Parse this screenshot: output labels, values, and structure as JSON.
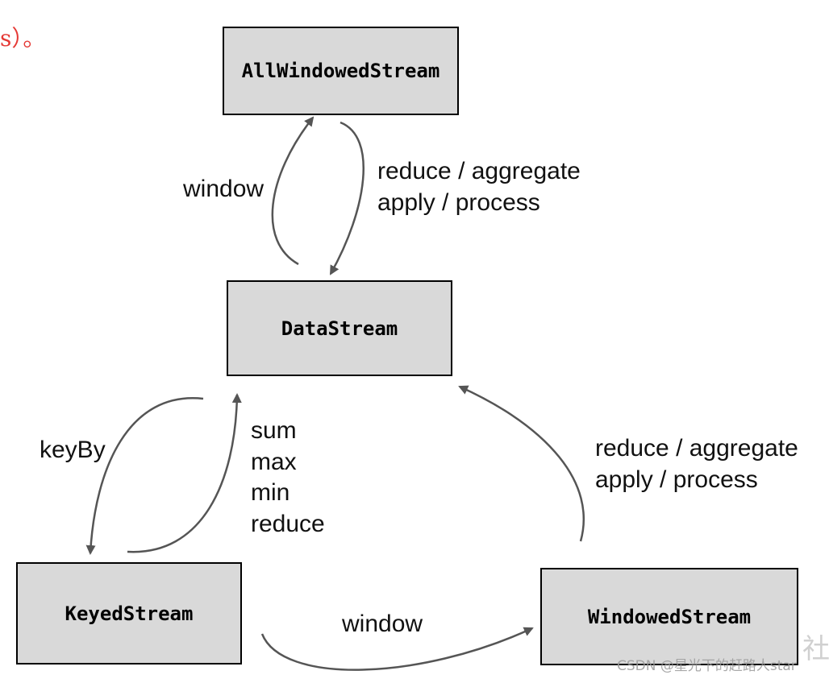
{
  "corner_fragment": "s）。",
  "nodes": {
    "allwindowed": "AllWindowedStream",
    "datastream": "DataStream",
    "keyed": "KeyedStream",
    "windowed": "WindowedStream"
  },
  "edges": {
    "data_to_allwindowed": "window",
    "allwindowed_to_data": [
      "reduce / aggregate",
      "apply / process"
    ],
    "data_to_keyed": "keyBy",
    "keyed_to_data": [
      "sum",
      "max",
      "min",
      "reduce"
    ],
    "keyed_to_windowed": "window",
    "windowed_to_data": [
      "reduce / aggregate",
      "apply / process"
    ]
  },
  "watermark": "CSDN @星光下的赶路人star",
  "watermark_glyph": "社",
  "colors": {
    "node_fill": "#d9d9d9",
    "node_border": "#000000",
    "arrow": "#555555",
    "corner_text": "#e53935"
  }
}
